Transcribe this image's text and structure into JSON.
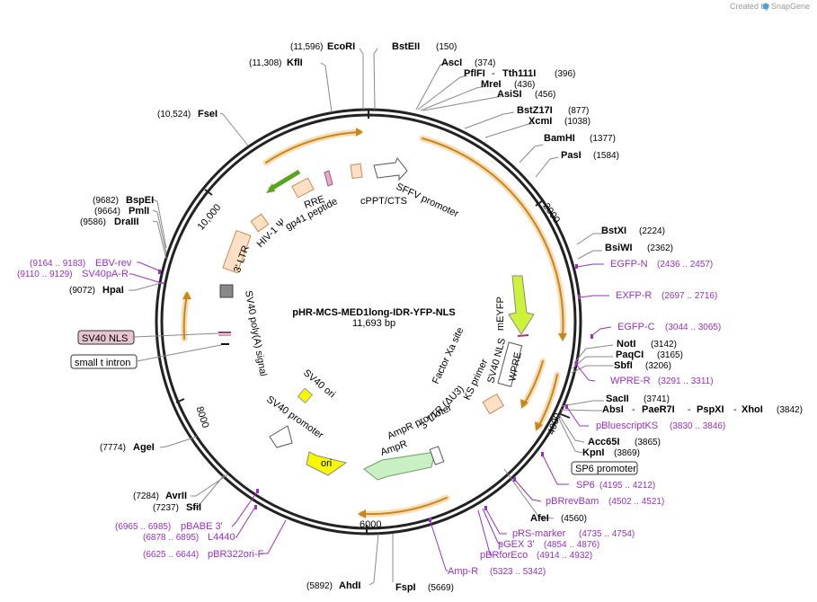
{
  "credit": {
    "created_by": "Created by",
    "brand": "SnapGene"
  },
  "plasmid": {
    "name": "pHR-MCS-MED1long-IDR-YFP-NLS",
    "size": "11,693 bp"
  },
  "ticks": {
    "t2000": "2000",
    "t4000": "4000",
    "t6000": "6000",
    "t8000": "8000",
    "t10000": "10,000"
  },
  "colors": {
    "feature_fill": "#ffe0c4",
    "feature_stroke": "#c88a50",
    "primer": "#9a2fc4",
    "orf_arrow": "#f5d9a8",
    "meyfp": "#ccf23a",
    "ori": "#f7f700",
    "ampr": "#c8f0c4",
    "sv40nls_bg": "#e8c4d0",
    "rre_green": "#5aa51e"
  },
  "sites": {
    "bstEII": {
      "name": "BstEII",
      "pos": "(150)"
    },
    "ascI": {
      "name": "AscI",
      "pos": "(374)"
    },
    "pflFI": {
      "name": "PflFI",
      "sep": "-",
      "name2": "Tth111I",
      "pos": "(396)"
    },
    "mreI": {
      "name": "MreI",
      "pos": "(436)"
    },
    "asiSI": {
      "name": "AsiSI",
      "pos": "(456)"
    },
    "bstZ17I": {
      "name": "BstZ17I",
      "pos": "(877)"
    },
    "xcmI": {
      "name": "XcmI",
      "pos": "(1038)"
    },
    "bamHI": {
      "name": "BamHI",
      "pos": "(1377)"
    },
    "pasI": {
      "name": "PasI",
      "pos": "(1584)"
    },
    "bstXI": {
      "name": "BstXI",
      "pos": "(2224)"
    },
    "bsiWI": {
      "name": "BsiWI",
      "pos": "(2362)"
    },
    "notI": {
      "name": "NotI",
      "pos": "(3142)"
    },
    "paqCI": {
      "name": "PaqCI",
      "pos": "(3165)"
    },
    "sbfI": {
      "name": "SbfI",
      "pos": "(3206)"
    },
    "sacII": {
      "name": "SacII",
      "pos": "(3741)"
    },
    "absI": {
      "name": "AbsI",
      "sep1": "-",
      "name2": "PaeR7I",
      "sep2": "-",
      "name3": "PspXI",
      "sep3": "-",
      "name4": "XhoI",
      "pos": "(3842)"
    },
    "acc65I": {
      "name": "Acc65I",
      "pos": "(3865)"
    },
    "kpnI": {
      "name": "KpnI",
      "pos": "(3869)"
    },
    "afeI": {
      "name": "AfeI",
      "pos": "(4560)"
    },
    "fspI": {
      "name": "FspI",
      "pos": "(5669)"
    },
    "ahdI": {
      "name": "AhdI",
      "pos": "(5892)"
    },
    "ageI": {
      "name": "AgeI",
      "pos": "(7774)"
    },
    "avrII": {
      "name": "AvrII",
      "pos": "(7284)"
    },
    "sfiI": {
      "name": "SfiI",
      "pos": "(7237)"
    },
    "hpaI": {
      "name": "HpaI",
      "pos": "(9072)"
    },
    "bspEI": {
      "name": "BspEI",
      "pos": "(9682)"
    },
    "pmlI": {
      "name": "PmlI",
      "pos": "(9664)"
    },
    "draIII": {
      "name": "DraIII",
      "pos": "(9586)"
    },
    "fseI": {
      "name": "FseI",
      "pos": "(10,524)"
    },
    "kflI": {
      "name": "KflI",
      "pos": "(11,308)"
    },
    "ecoRI": {
      "name": "EcoRI",
      "pos": "(11,596)"
    }
  },
  "primers": {
    "egfpN": {
      "name": "EGFP-N",
      "pos": "(2436 .. 2457)"
    },
    "exfpR": {
      "name": "EXFP-R",
      "pos": "(2697 .. 2716)"
    },
    "egfpC": {
      "name": "EGFP-C",
      "pos": "(3044 .. 3065)"
    },
    "wpreR": {
      "name": "WPRE-R",
      "pos": "(3291 .. 3311)"
    },
    "pbluescriptKS": {
      "name": "pBluescriptKS",
      "pos": "(3830 .. 3846)"
    },
    "sp6": {
      "name": "SP6",
      "pos": "(4195 .. 4212)"
    },
    "pbrrevBam": {
      "name": "pBRrevBam",
      "pos": "(4502 .. 4521)"
    },
    "prsMarker": {
      "name": "pRS-marker",
      "pos": "(4735 .. 4754)"
    },
    "pgex3": {
      "name": "pGEX 3'",
      "pos": "(4854 .. 4876)"
    },
    "pbrforEco": {
      "name": "pBRforEco",
      "pos": "(4914 .. 4932)"
    },
    "ampR": {
      "name": "Amp-R",
      "pos": "(5323 .. 5342)"
    },
    "pbabe3": {
      "name": "pBABE 3'",
      "pos": "(6965 .. 6985)"
    },
    "l4440": {
      "name": "L4440",
      "pos": "(6878 .. 6895)"
    },
    "pbr322oriF": {
      "name": "pBR322ori-F",
      "pos": "(6625 .. 6644)"
    },
    "ebvRev": {
      "name": "EBV-rev",
      "pos": "(9164 .. 9183)"
    },
    "sv40paR": {
      "name": "SV40pA-R",
      "pos": "(9110 .. 9129)"
    }
  },
  "boxed": {
    "sp6_promoter": "SP6 promoter",
    "sv40_nls": "SV40 NLS",
    "small_t_intron": "small t intron"
  },
  "features": {
    "sffv": "SFFV promoter",
    "cppt": "cPPT/CTS",
    "rre": "RRE",
    "gp41": "gp41 peptide",
    "hiv1psi": "HIV-1 Ψ",
    "ltr3": "3' LTR",
    "sv40polyA": "SV40 poly(A) signal",
    "sv40ori": "SV40 ori",
    "sv40prom": "SV40 promoter",
    "ori": "ori",
    "ampr": "AmpR",
    "amprProm": "AmpR promoter",
    "ltr3dU3": "3' LTR (ΔU3)",
    "ksPrimer": "KS primer",
    "sv40nls": "SV40 NLS",
    "wpre": "WPRE",
    "factorXa": "Factor Xa site",
    "meyfp": "mEYFP"
  }
}
